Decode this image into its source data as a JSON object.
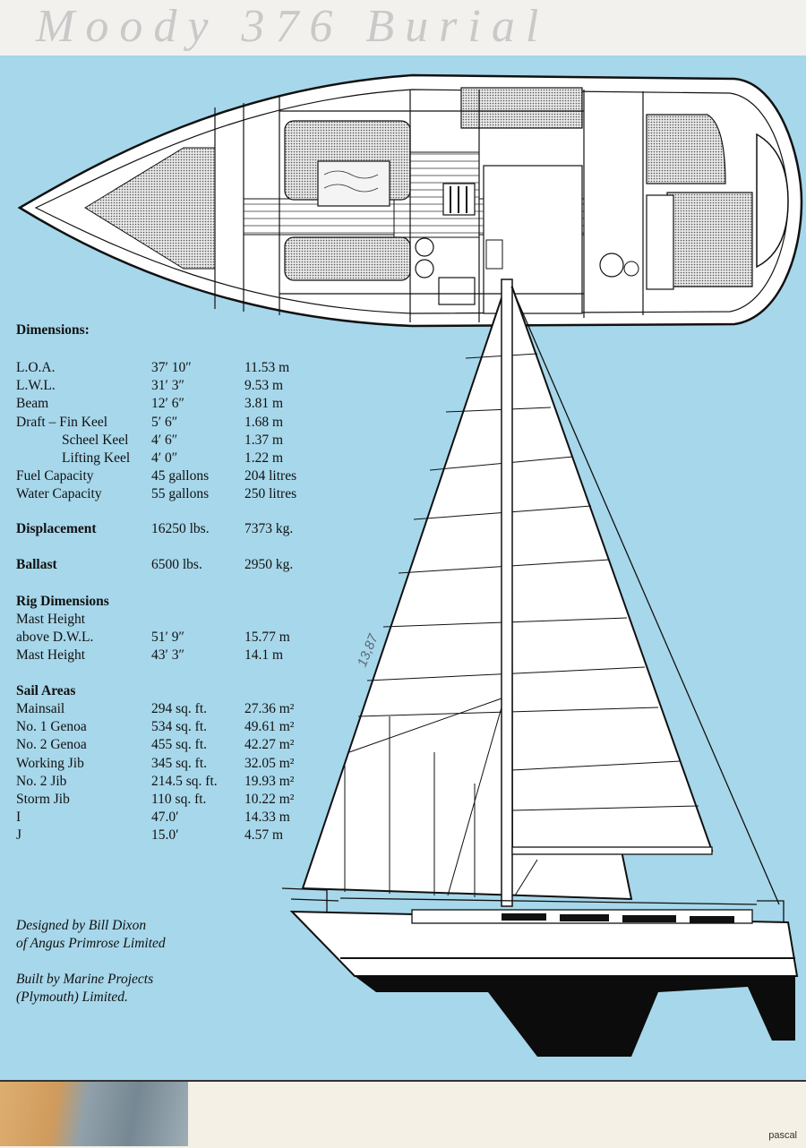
{
  "header": {
    "handwritten_note": "Moody 376 Burial"
  },
  "specs": {
    "dimensions_heading": "Dimensions:",
    "dimensions": [
      {
        "label": "L.O.A.",
        "imperial": "37′ 10″",
        "metric": "11.53 m",
        "indent": false
      },
      {
        "label": "L.W.L.",
        "imperial": "31′ 3″",
        "metric": "9.53 m",
        "indent": false
      },
      {
        "label": "Beam",
        "imperial": "12′ 6″",
        "metric": "3.81 m",
        "indent": false
      },
      {
        "label": "Draft – Fin Keel",
        "imperial": "5′ 6″",
        "metric": "1.68 m",
        "indent": false
      },
      {
        "label": "Scheel Keel",
        "imperial": "4′ 6″",
        "metric": "1.37 m",
        "indent": true
      },
      {
        "label": "Lifting Keel",
        "imperial": "4′ 0″",
        "metric": "1.22 m",
        "indent": true
      },
      {
        "label": "Fuel Capacity",
        "imperial": "45 gallons",
        "metric": "204 litres",
        "indent": false
      },
      {
        "label": "Water Capacity",
        "imperial": "55 gallons",
        "metric": "250 litres",
        "indent": false
      }
    ],
    "displacement": {
      "label": "Displacement",
      "imperial": "16250 lbs.",
      "metric": "7373 kg."
    },
    "ballast": {
      "label": "Ballast",
      "imperial": "6500 lbs.",
      "metric": "2950 kg."
    },
    "rig_heading": "Rig Dimensions",
    "rig_line1": "Mast Height",
    "rig": [
      {
        "label": "above D.W.L.",
        "imperial": "51′ 9″",
        "metric": "15.77 m"
      },
      {
        "label": "Mast Height",
        "imperial": "43′ 3″",
        "metric": "14.1 m"
      }
    ],
    "sail_heading": "Sail Areas",
    "sails": [
      {
        "label": "Mainsail",
        "imperial": "294 sq. ft.",
        "metric": "27.36 m²"
      },
      {
        "label": "No. 1 Genoa",
        "imperial": "534 sq. ft.",
        "metric": "49.61 m²"
      },
      {
        "label": "No. 2 Genoa",
        "imperial": "455 sq. ft.",
        "metric": "42.27 m²"
      },
      {
        "label": "Working Jib",
        "imperial": "345 sq. ft.",
        "metric": "32.05 m²"
      },
      {
        "label": "No. 2 Jib",
        "imperial": "214.5 sq. ft.",
        "metric": "19.93 m²"
      },
      {
        "label": "Storm Jib",
        "imperial": "110 sq. ft.",
        "metric": "10.22 m²"
      },
      {
        "label": "I",
        "imperial": "47.0′",
        "metric": "14.33 m"
      },
      {
        "label": "J",
        "imperial": "15.0′",
        "metric": "4.57 m"
      }
    ]
  },
  "credits": {
    "designer_line1": "Designed by Bill Dixon",
    "designer_line2": "of Angus Primrose Limited",
    "builder_line1": "Built by Marine Projects",
    "builder_line2": "(Plymouth) Limited."
  },
  "annotations": {
    "pencil_note": "13,87"
  },
  "footer": {
    "mark": "pascal"
  }
}
